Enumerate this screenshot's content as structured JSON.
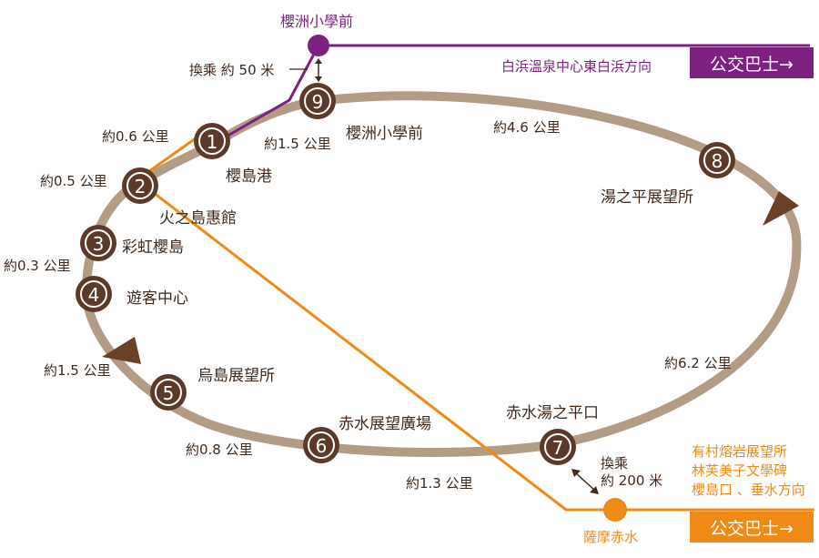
{
  "colors": {
    "loop": "#b39c86",
    "stop_fill": "#5b3a29",
    "purple_line": "#7d2180",
    "orange_line": "#ee8a15",
    "text": "#3f2a1c"
  },
  "stops": [
    {
      "num": "1",
      "name": "櫻島港"
    },
    {
      "num": "2",
      "name": "火之島惠館"
    },
    {
      "num": "3",
      "name": "彩虹櫻島"
    },
    {
      "num": "4",
      "name": "遊客中心"
    },
    {
      "num": "5",
      "name": "烏島展望所"
    },
    {
      "num": "6",
      "name": "赤水展望廣場"
    },
    {
      "num": "7",
      "name": "赤水湯之平口"
    },
    {
      "num": "8",
      "name": "湯之平展望所"
    },
    {
      "num": "9",
      "name": "櫻洲小學前"
    }
  ],
  "distances": {
    "s9_s1": "約1.5 公里",
    "s8_s9": "約4.6 公里",
    "s1_s2": "約0.6 公里",
    "s2_s3": "約0.5 公里",
    "s3_s4": "約0.3 公里",
    "s4_s5": "約1.5 公里",
    "s5_s6": "約0.8 公里",
    "s6_s7": "約1.3 公里",
    "s7_s8": "約6.2 公里"
  },
  "purple_bus": {
    "stop_name": "櫻洲小學前",
    "transfer": "換乘 約 50 米",
    "destination": "白浜溫泉中心東白浜方向",
    "box_label": "公交巴士→"
  },
  "orange_bus": {
    "stop_name": "薩摩赤水",
    "transfer_line1": "換乘",
    "transfer_line2": "約 200 米",
    "dest_line1": "有村熔岩展望所",
    "dest_line2": "林芙美子文學碑",
    "dest_line3": "櫻島口 、垂水方向",
    "box_label": "公交巴士→"
  }
}
